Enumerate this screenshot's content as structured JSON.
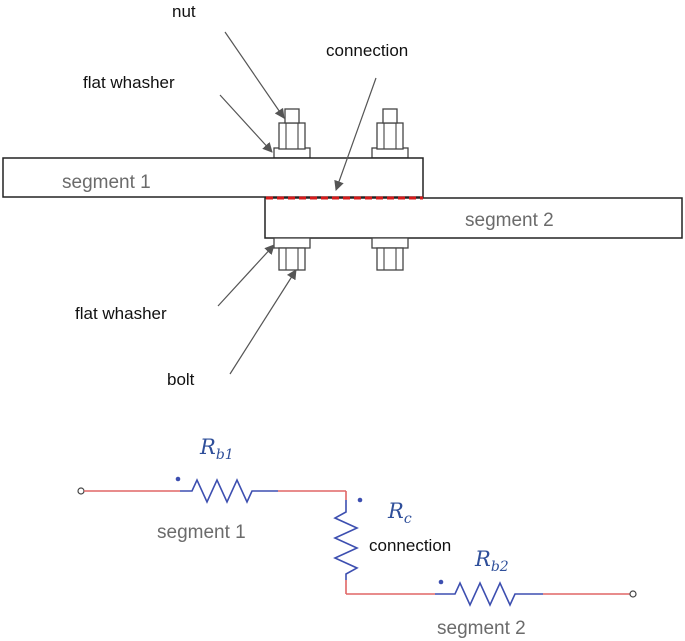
{
  "labels": {
    "nut": "nut",
    "flat_whasher_top": "flat whasher",
    "connection_top": "connection",
    "segment1_plate": "segment 1",
    "segment2_plate": "segment 2",
    "flat_whasher_bottom": "flat whasher",
    "bolt": "bolt"
  },
  "circuit": {
    "r_b1": {
      "symbol": "R",
      "sub": "b1"
    },
    "r_c": {
      "symbol": "R",
      "sub": "c"
    },
    "r_b2": {
      "symbol": "R",
      "sub": "b2"
    },
    "segment1": "segment 1",
    "segment2": "segment 2",
    "connection": "connection"
  },
  "colors": {
    "wire": "#e06666",
    "resistor": "#3d4fb0",
    "interface_dash": "#d81b1b"
  }
}
